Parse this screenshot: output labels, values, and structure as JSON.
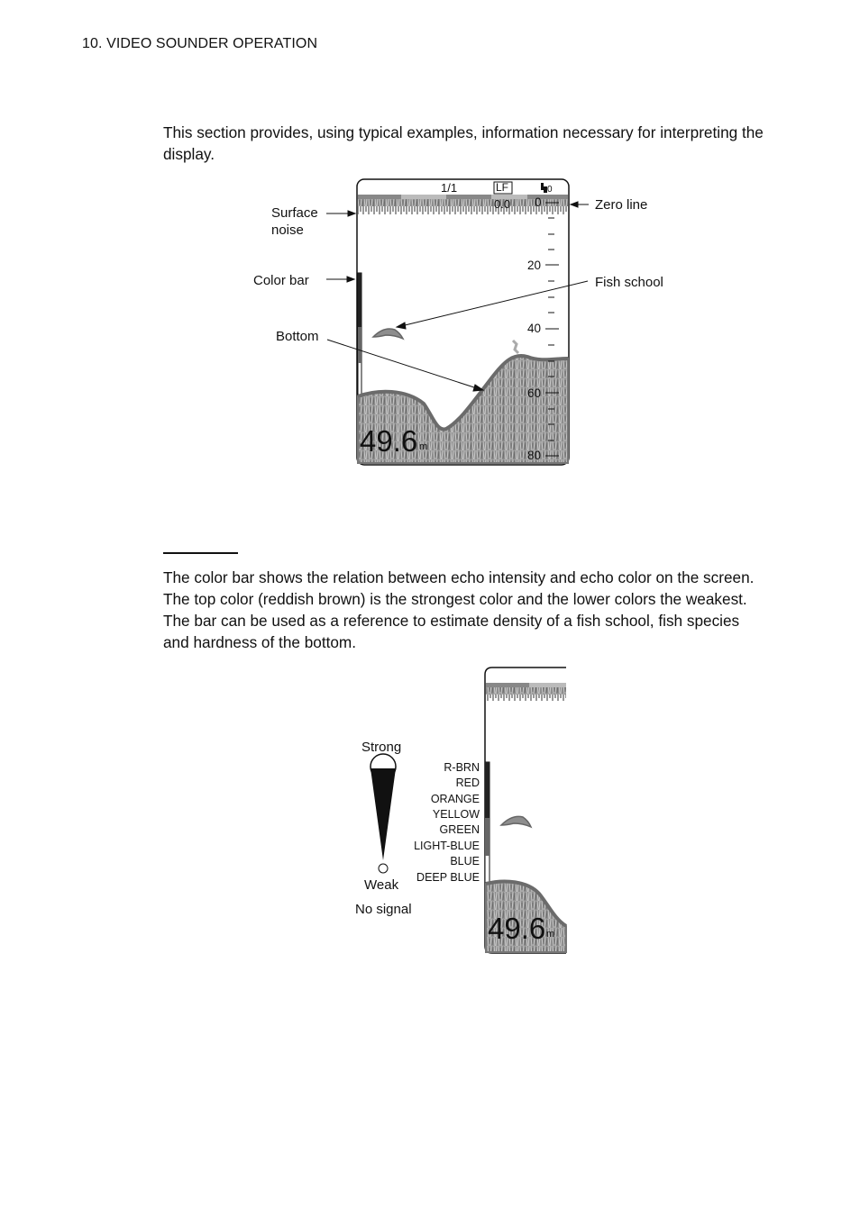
{
  "header": {
    "title": "10. VIDEO SOUNDER OPERATION"
  },
  "intro": {
    "text": "This section provides, using typical examples, information necessary for interpreting the display."
  },
  "figure1": {
    "range_indicator": "1/1",
    "freq_label": "LF",
    "shift_value": "0.0",
    "scale_top_value": "0",
    "depth_scale": [
      "0",
      "20",
      "40",
      "60",
      "80"
    ],
    "depth_reading": "49.6",
    "depth_unit": "m",
    "callouts": {
      "surface_noise": "Surface\nnoise",
      "color_bar": "Color bar",
      "bottom": "Bottom",
      "zero_line": "Zero line",
      "fish_school": "Fish school"
    }
  },
  "colorbar_section": {
    "text": "The color bar shows the relation between echo intensity and echo color on the screen. The top color (reddish brown) is the strongest color and the lower colors the weakest. The bar can be used as a reference to estimate density of a fish school, fish species and hardness of the bottom."
  },
  "figure2": {
    "strong_label": "Strong",
    "weak_label": "Weak",
    "no_signal_label": "No signal",
    "colors": [
      "R-BRN",
      "RED",
      "ORANGE",
      "YELLOW",
      "GREEN",
      "LIGHT-BLUE",
      "BLUE",
      "DEEP BLUE"
    ],
    "depth_reading": "49.6",
    "depth_unit": "m"
  }
}
